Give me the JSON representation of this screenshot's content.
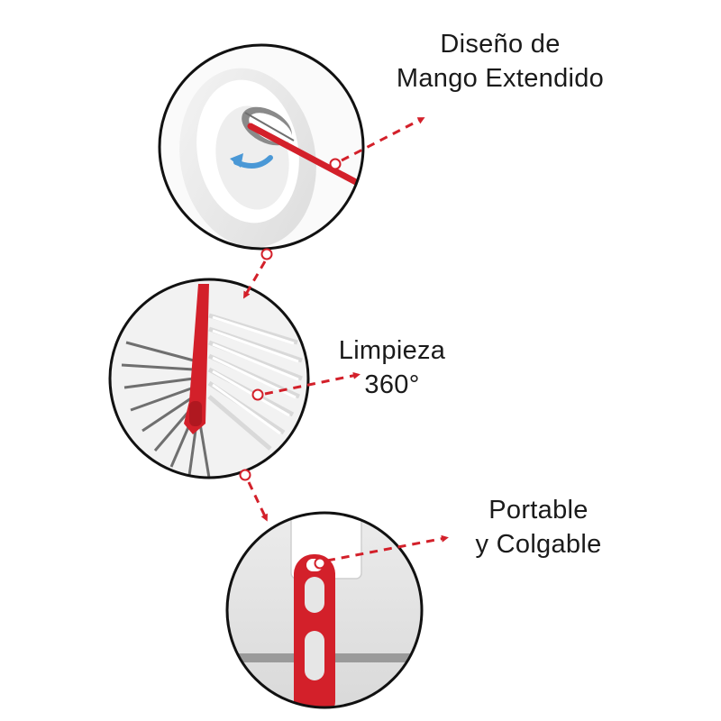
{
  "features": [
    {
      "id": "extended-handle",
      "lines": [
        "Diseño de",
        "Mango Extendido"
      ],
      "photo": "toilet-bowl-with-brush"
    },
    {
      "id": "cleaning-360",
      "lines": [
        "Limpieza",
        "360°"
      ],
      "photo": "brush-head-closeup"
    },
    {
      "id": "hanging",
      "lines": [
        "Portable",
        "y Colgable"
      ],
      "photo": "wall-hook-with-handle"
    }
  ],
  "colors": {
    "accent": "#d3202a",
    "ring": "#111111",
    "text": "#1a1a1a",
    "bristle_white": "#ffffff",
    "bristle_gray": "#6f6f6f"
  }
}
